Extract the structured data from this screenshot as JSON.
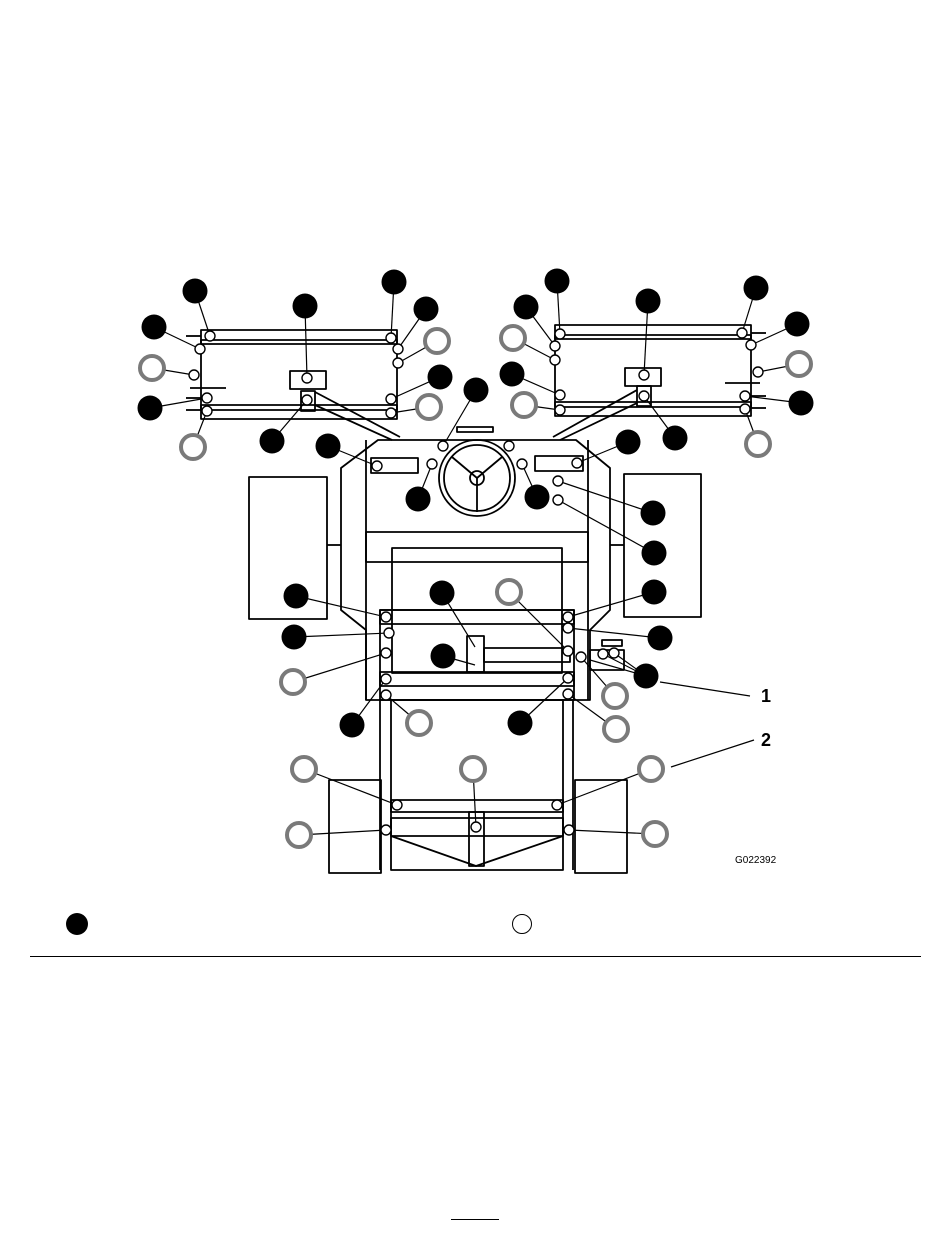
{
  "figure": {
    "code": "G022392",
    "callouts": [
      {
        "id": "callout-1",
        "label": "1"
      },
      {
        "id": "callout-2",
        "label": "2"
      }
    ]
  },
  "legend": {
    "symbols": [
      "solid-black-circle-icon",
      "open-circle-icon"
    ]
  },
  "colors": {
    "ink": "#000000",
    "gray_marker": "#7a7a7a",
    "background": "#ffffff"
  }
}
